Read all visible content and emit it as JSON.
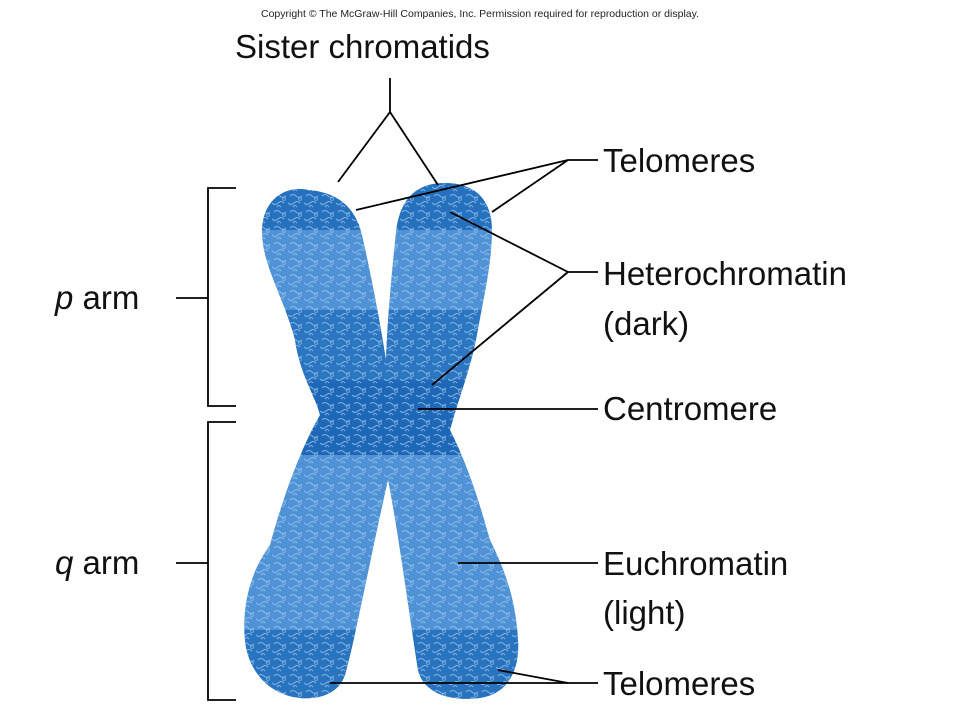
{
  "copyright": "Copyright © The McGraw-Hill Companies, Inc. Permission required for reproduction or display.",
  "labels": {
    "sister_chromatids": "Sister chromatids",
    "telomeres_top": "Telomeres",
    "heterochromatin": "Heterochromatin",
    "heterochromatin_note": "(dark)",
    "centromere": "Centromere",
    "euchromatin": "Euchromatin",
    "euchromatin_note": "(light)",
    "telomeres_bottom": "Telomeres",
    "p_arm_letter": "p",
    "p_arm_word": " arm",
    "q_arm_letter": "q",
    "q_arm_word": " arm"
  },
  "colors": {
    "chromosome_light": "#4f93d6",
    "chromosome_mid": "#2f7ac6",
    "chromosome_dark": "#1a64b4",
    "lines": "#000000"
  }
}
